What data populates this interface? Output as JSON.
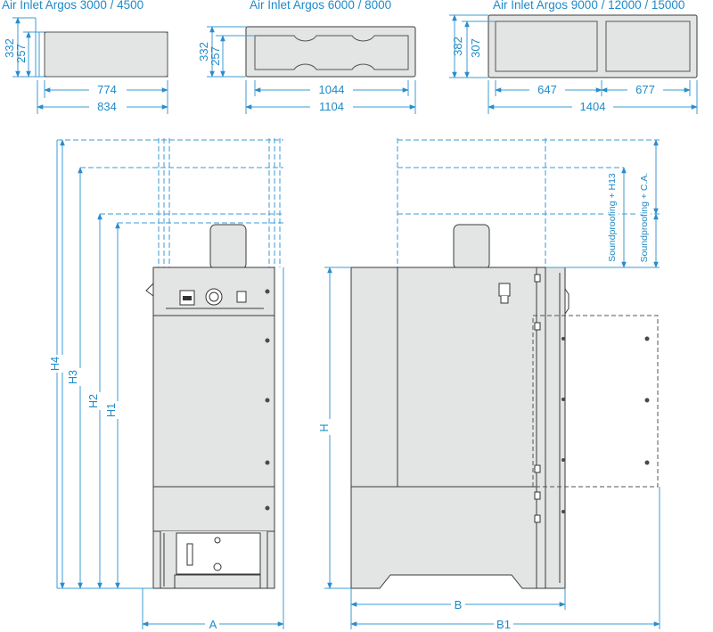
{
  "top_views": [
    {
      "title": "Air Inlet Argos 3000 / 4500",
      "heights": [
        "332",
        "257"
      ],
      "widths": [
        "774",
        "834"
      ]
    },
    {
      "title": "Air Inlet Argos 6000 / 8000",
      "heights": [
        "332",
        "257"
      ],
      "widths": [
        "1044",
        "1104"
      ]
    },
    {
      "title": "Air Inlet Argos 9000 / 12000 / 15000",
      "heights": [
        "382",
        "307"
      ],
      "widths": [
        "647",
        "677",
        "1404"
      ]
    }
  ],
  "front_view": {
    "dims": [
      "H4",
      "H3",
      "H2",
      "H1",
      "A"
    ]
  },
  "side_view": {
    "dims": [
      "H",
      "B",
      "B1"
    ],
    "sound1": "Soundproofing + H13",
    "sound2": "Soundproofing + C.A."
  },
  "colors": {
    "dimension": "#1f8ac8",
    "panel": "#e3e4e4",
    "outline": "#3a3a3a"
  }
}
